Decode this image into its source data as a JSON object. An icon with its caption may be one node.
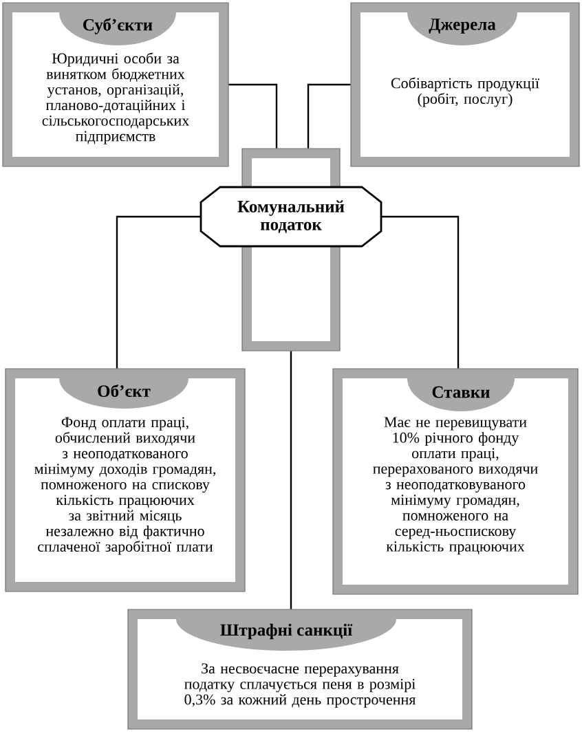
{
  "diagram": {
    "nodes": [
      {
        "text": [
          "Суб’єкти",
          "Юридичні особи за винятком бюджетних установ, організацій, планово-дотаційних і сільськогосподарських підприємств"
        ]
      },
      {
        "text": [
          "Джерела",
          "Собівартість продукції (робіт, послуг)"
        ]
      },
      {
        "text": [],
        "shape": "box"
      },
      {
        "text": [
          "Комунальний податок"
        ]
      },
      {
        "text": [
          "Об’єкт",
          "Фонд оплати праці, обчислений виходячи з неоподаткованого мінімуму доходів громадян, помноженого на спискову кількість працюючих за звітний місяць незалежно від фактично сплаченої заробітної плати"
        ]
      },
      {
        "text": [
          "Ставки",
          "Має не перевищувати 10% річного фонду оплати праці, перерахованого виходячи з неоподатковуваного мінімуму громадян, помноженого на серед-ньоспискову кількість працюючих"
        ]
      },
      {
        "text": [
          "Штрафні санкції",
          "За несвоєчасне перерахування податку сплачується пеня в розмірі 0,3% за кожний день прострочення"
        ]
      }
    ],
    "edges": [
      {
        "from": 2,
        "to": 0,
        "arrow": "none"
      },
      {
        "from": 2,
        "to": 1,
        "arrow": "none"
      },
      {
        "from": 3,
        "to": 4,
        "arrow": "none"
      },
      {
        "from": 3,
        "to": 5,
        "arrow": "none"
      },
      {
        "from": 2,
        "to": 6,
        "arrow": "none"
      }
    ]
  }
}
